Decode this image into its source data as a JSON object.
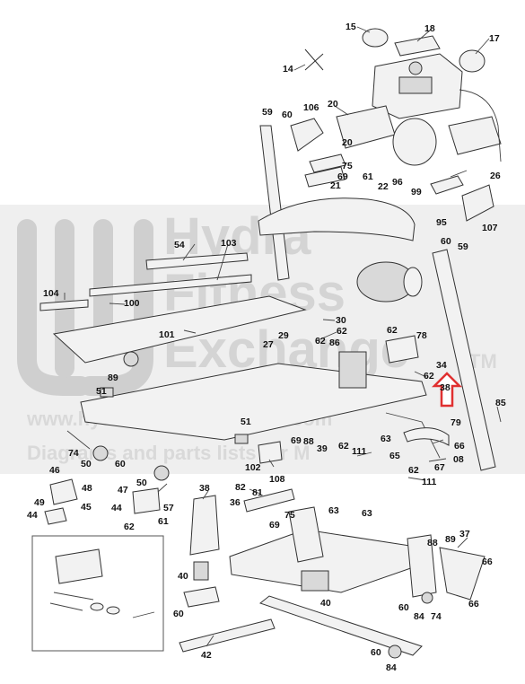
{
  "watermark": {
    "line1": "Hydra",
    "line2": "Fitness",
    "line3": "Exchange",
    "trademark": "TM",
    "url": "www.hydrafitnessexchange.com",
    "tagline": "Diagrams and parts lists for M"
  },
  "highlight_color": "#e03030",
  "labels": [
    {
      "id": "15",
      "text": "15"
    },
    {
      "id": "18",
      "text": "18"
    },
    {
      "id": "17",
      "text": "17"
    },
    {
      "id": "14",
      "text": "14"
    },
    {
      "id": "20a",
      "text": "20"
    },
    {
      "id": "59a",
      "text": "59"
    },
    {
      "id": "60a",
      "text": "60"
    },
    {
      "id": "106",
      "text": "106"
    },
    {
      "id": "20b",
      "text": "20"
    },
    {
      "id": "75a",
      "text": "75"
    },
    {
      "id": "69a",
      "text": "69"
    },
    {
      "id": "61a",
      "text": "61"
    },
    {
      "id": "96",
      "text": "96"
    },
    {
      "id": "26",
      "text": "26"
    },
    {
      "id": "21",
      "text": "21"
    },
    {
      "id": "22",
      "text": "22"
    },
    {
      "id": "99",
      "text": "99"
    },
    {
      "id": "95",
      "text": "95"
    },
    {
      "id": "107",
      "text": "107"
    },
    {
      "id": "54",
      "text": "54"
    },
    {
      "id": "103",
      "text": "103"
    },
    {
      "id": "60b",
      "text": "60"
    },
    {
      "id": "59b",
      "text": "59"
    },
    {
      "id": "104",
      "text": "104"
    },
    {
      "id": "100",
      "text": "100"
    },
    {
      "id": "30",
      "text": "30"
    },
    {
      "id": "62a",
      "text": "62"
    },
    {
      "id": "29",
      "text": "29"
    },
    {
      "id": "101",
      "text": "101"
    },
    {
      "id": "27",
      "text": "27"
    },
    {
      "id": "62b",
      "text": "62"
    },
    {
      "id": "86",
      "text": "86"
    },
    {
      "id": "62c",
      "text": "62"
    },
    {
      "id": "78",
      "text": "78"
    },
    {
      "id": "34",
      "text": "34"
    },
    {
      "id": "62d",
      "text": "62"
    },
    {
      "id": "89",
      "text": "89"
    },
    {
      "id": "51a",
      "text": "51"
    },
    {
      "id": "38a",
      "text": "38"
    },
    {
      "id": "85",
      "text": "85"
    },
    {
      "id": "79",
      "text": "79"
    },
    {
      "id": "51b",
      "text": "51"
    },
    {
      "id": "74a",
      "text": "74"
    },
    {
      "id": "69b",
      "text": "69"
    },
    {
      "id": "88a",
      "text": "88"
    },
    {
      "id": "63a",
      "text": "63"
    },
    {
      "id": "62e",
      "text": "62"
    },
    {
      "id": "111a",
      "text": "111"
    },
    {
      "id": "66a",
      "text": "66"
    },
    {
      "id": "39",
      "text": "39"
    },
    {
      "id": "65",
      "text": "65"
    },
    {
      "id": "50a",
      "text": "50"
    },
    {
      "id": "60c",
      "text": "60"
    },
    {
      "id": "102",
      "text": "102"
    },
    {
      "id": "08",
      "text": "08"
    },
    {
      "id": "67",
      "text": "67"
    },
    {
      "id": "46",
      "text": "46"
    },
    {
      "id": "48",
      "text": "48"
    },
    {
      "id": "50b",
      "text": "50"
    },
    {
      "id": "108",
      "text": "108"
    },
    {
      "id": "62f",
      "text": "62"
    },
    {
      "id": "111b",
      "text": "111"
    },
    {
      "id": "47",
      "text": "47"
    },
    {
      "id": "82",
      "text": "82"
    },
    {
      "id": "81",
      "text": "81"
    },
    {
      "id": "49",
      "text": "49"
    },
    {
      "id": "45",
      "text": "45"
    },
    {
      "id": "44a",
      "text": "44"
    },
    {
      "id": "57",
      "text": "57"
    },
    {
      "id": "38b",
      "text": "38"
    },
    {
      "id": "36",
      "text": "36"
    },
    {
      "id": "44b",
      "text": "44"
    },
    {
      "id": "61b",
      "text": "61"
    },
    {
      "id": "62g",
      "text": "62"
    },
    {
      "id": "63b",
      "text": "63"
    },
    {
      "id": "63c",
      "text": "63"
    },
    {
      "id": "75b",
      "text": "75"
    },
    {
      "id": "69c",
      "text": "69"
    },
    {
      "id": "88b",
      "text": "88"
    },
    {
      "id": "89b",
      "text": "89"
    },
    {
      "id": "37",
      "text": "37"
    },
    {
      "id": "66b",
      "text": "66"
    },
    {
      "id": "40a",
      "text": "40"
    },
    {
      "id": "40b",
      "text": "40"
    },
    {
      "id": "60d",
      "text": "60"
    },
    {
      "id": "84a",
      "text": "84"
    },
    {
      "id": "74b",
      "text": "74"
    },
    {
      "id": "66c",
      "text": "66"
    },
    {
      "id": "60e",
      "text": "60"
    },
    {
      "id": "42",
      "text": "42"
    },
    {
      "id": "60f",
      "text": "60"
    },
    {
      "id": "84b",
      "text": "84"
    }
  ]
}
